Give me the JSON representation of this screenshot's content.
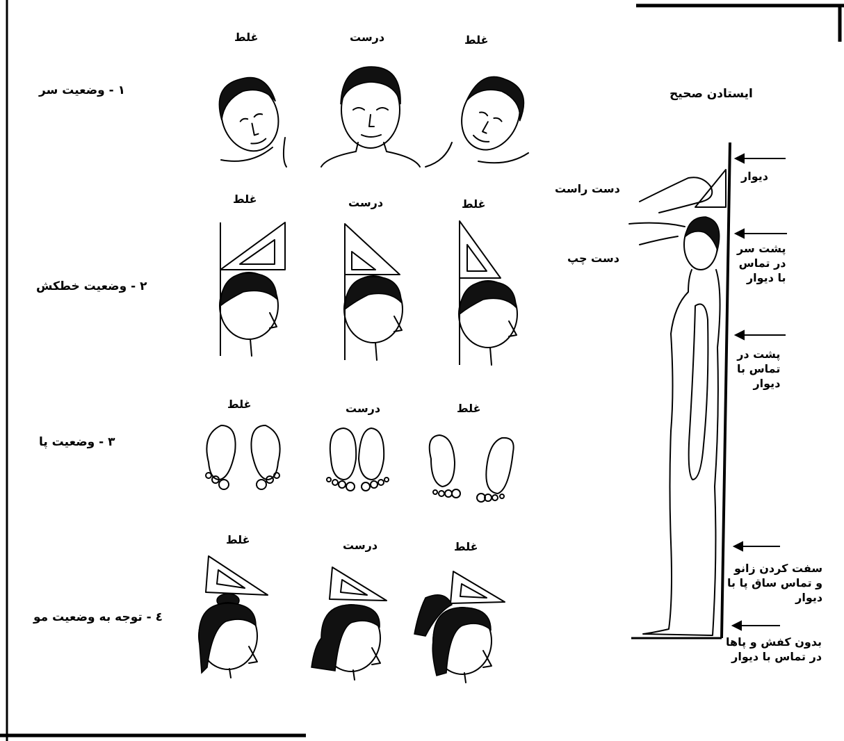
{
  "header": {
    "title": "ایستادن صحیح"
  },
  "labels": {
    "wrong": "غلط",
    "correct": "درست"
  },
  "rows": [
    {
      "title": "١ - وضعیت سر"
    },
    {
      "title": "۲ - وضعیت خطکش"
    },
    {
      "title": "۳ - وضعیت پا"
    },
    {
      "title": "٤ - توجه به وضعیت مو"
    }
  ],
  "figure": {
    "right_hand": "دست راست",
    "left_hand": "دست چپ",
    "wall": "دیوار",
    "head_back": [
      "پشت سر",
      "در تماس",
      "با دیوار"
    ],
    "back": [
      "پشت در",
      "تماس با",
      "دیوار"
    ],
    "knee": [
      "سفت کردن زانو",
      "و تماس ساق پا با",
      "دیوار"
    ],
    "feet": [
      "بدون کفش و پاها",
      "در تماس با دیوار"
    ]
  }
}
